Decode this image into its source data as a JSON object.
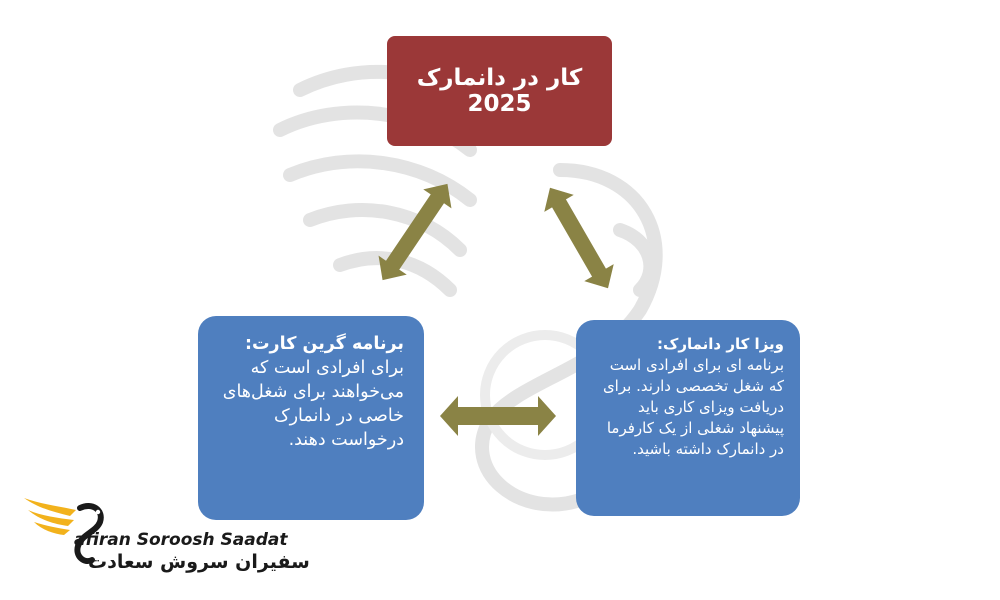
{
  "diagram": {
    "top": {
      "title": "کار در دانمارک 2025"
    },
    "left": {
      "title": "برنامه گرین کارت:",
      "text": "برای افرادی است که می‌خواهند برای شغل‌های خاصی در دانمارک درخواست دهند."
    },
    "right": {
      "title": "ویزا کار دانمارک:",
      "text": "برنامه ای برای افرادی است که شغل تخصصی دارند. برای دریافت ویزای کاری باید پیشنهاد شغلی از یک کارفرما در دانمارک داشته باشید."
    }
  },
  "colors": {
    "top_box": "#9b3838",
    "side_boxes": "#4f7fbf",
    "arrows": "#8a8345",
    "logo_gold": "#f2b21c"
  },
  "logo": {
    "latin": "afiran Soroosh Saadat",
    "persian": "سفیران سروش سعادت"
  }
}
